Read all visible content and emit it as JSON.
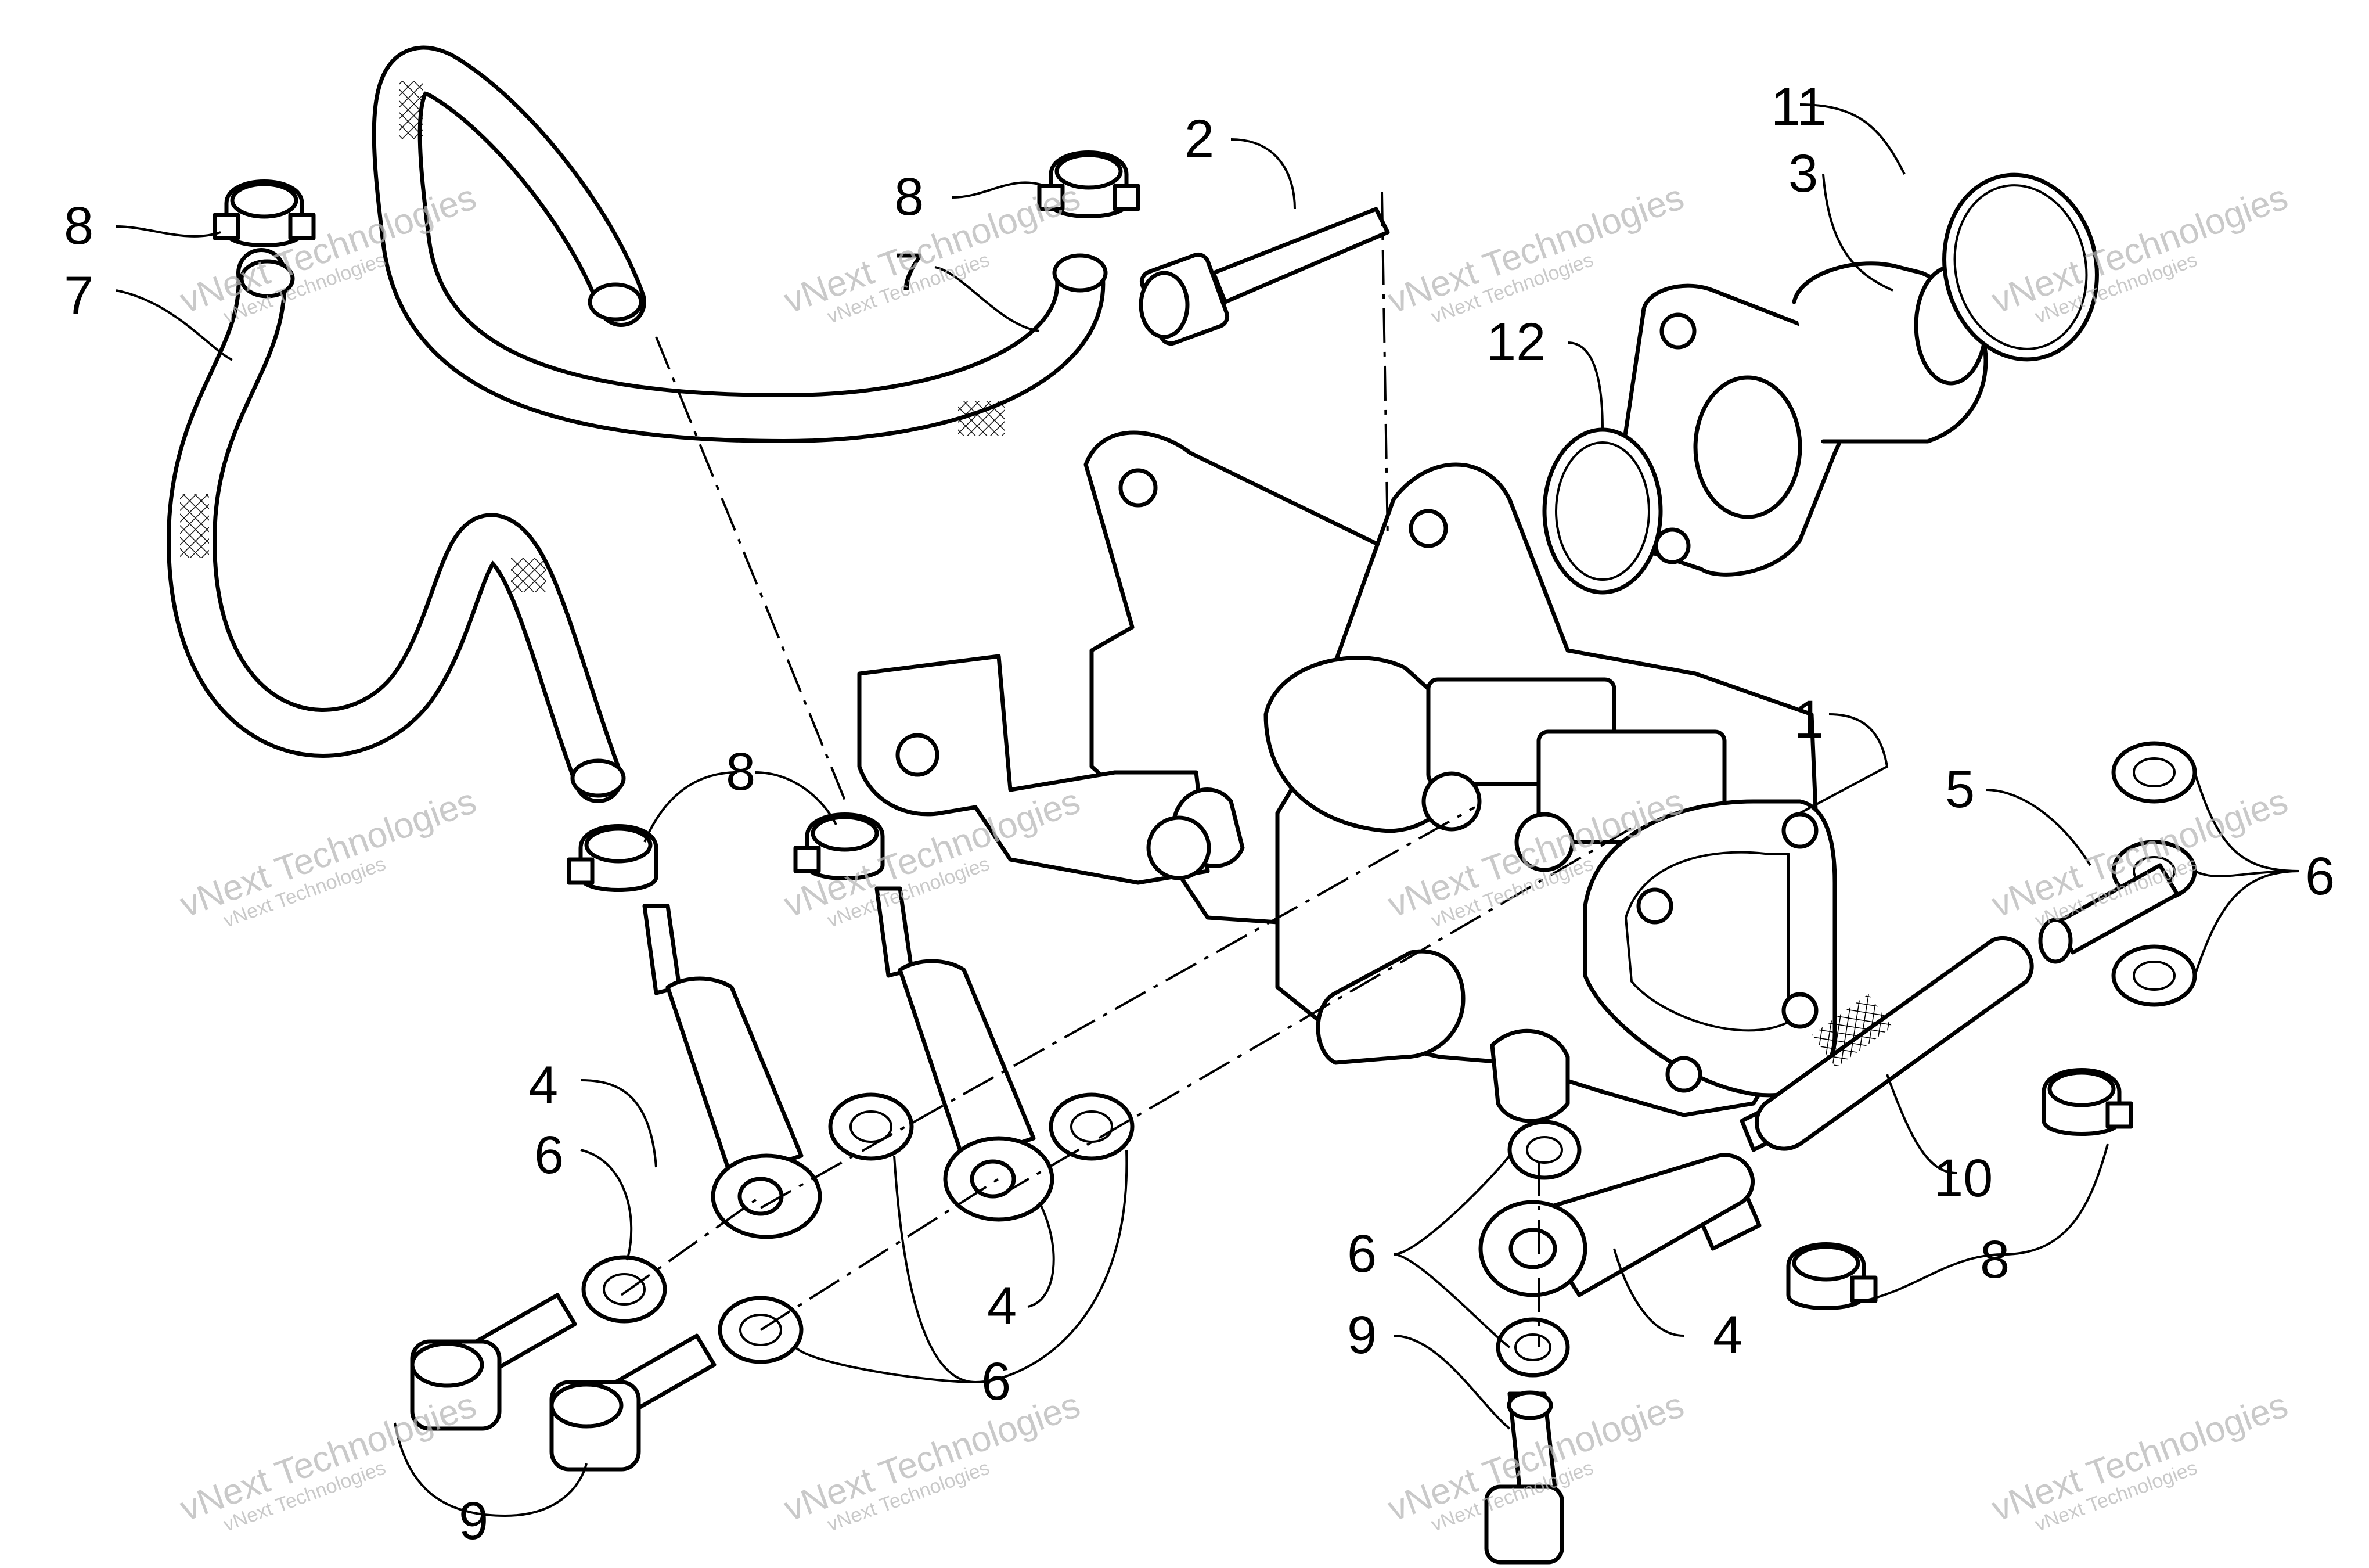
{
  "callouts": [
    {
      "id": "c1",
      "text": "1"
    },
    {
      "id": "c2",
      "text": "2"
    },
    {
      "id": "c3",
      "text": "3"
    },
    {
      "id": "c4a",
      "text": "4"
    },
    {
      "id": "c4b",
      "text": "4"
    },
    {
      "id": "c4c",
      "text": "4"
    },
    {
      "id": "c5",
      "text": "5"
    },
    {
      "id": "c6a",
      "text": "6"
    },
    {
      "id": "c6b",
      "text": "6"
    },
    {
      "id": "c6c",
      "text": "6"
    },
    {
      "id": "c6d",
      "text": "6"
    },
    {
      "id": "c7a",
      "text": "7"
    },
    {
      "id": "c7b",
      "text": "7"
    },
    {
      "id": "c8a",
      "text": "8"
    },
    {
      "id": "c8b",
      "text": "8"
    },
    {
      "id": "c8c",
      "text": "8"
    },
    {
      "id": "c8d",
      "text": "8"
    },
    {
      "id": "c9a",
      "text": "9"
    },
    {
      "id": "c9b",
      "text": "9"
    },
    {
      "id": "c10",
      "text": "10"
    },
    {
      "id": "c11",
      "text": "11"
    },
    {
      "id": "c12",
      "text": "12"
    }
  ],
  "watermark": {
    "big": "vNext Technologies",
    "small": "vNext Technologies"
  }
}
